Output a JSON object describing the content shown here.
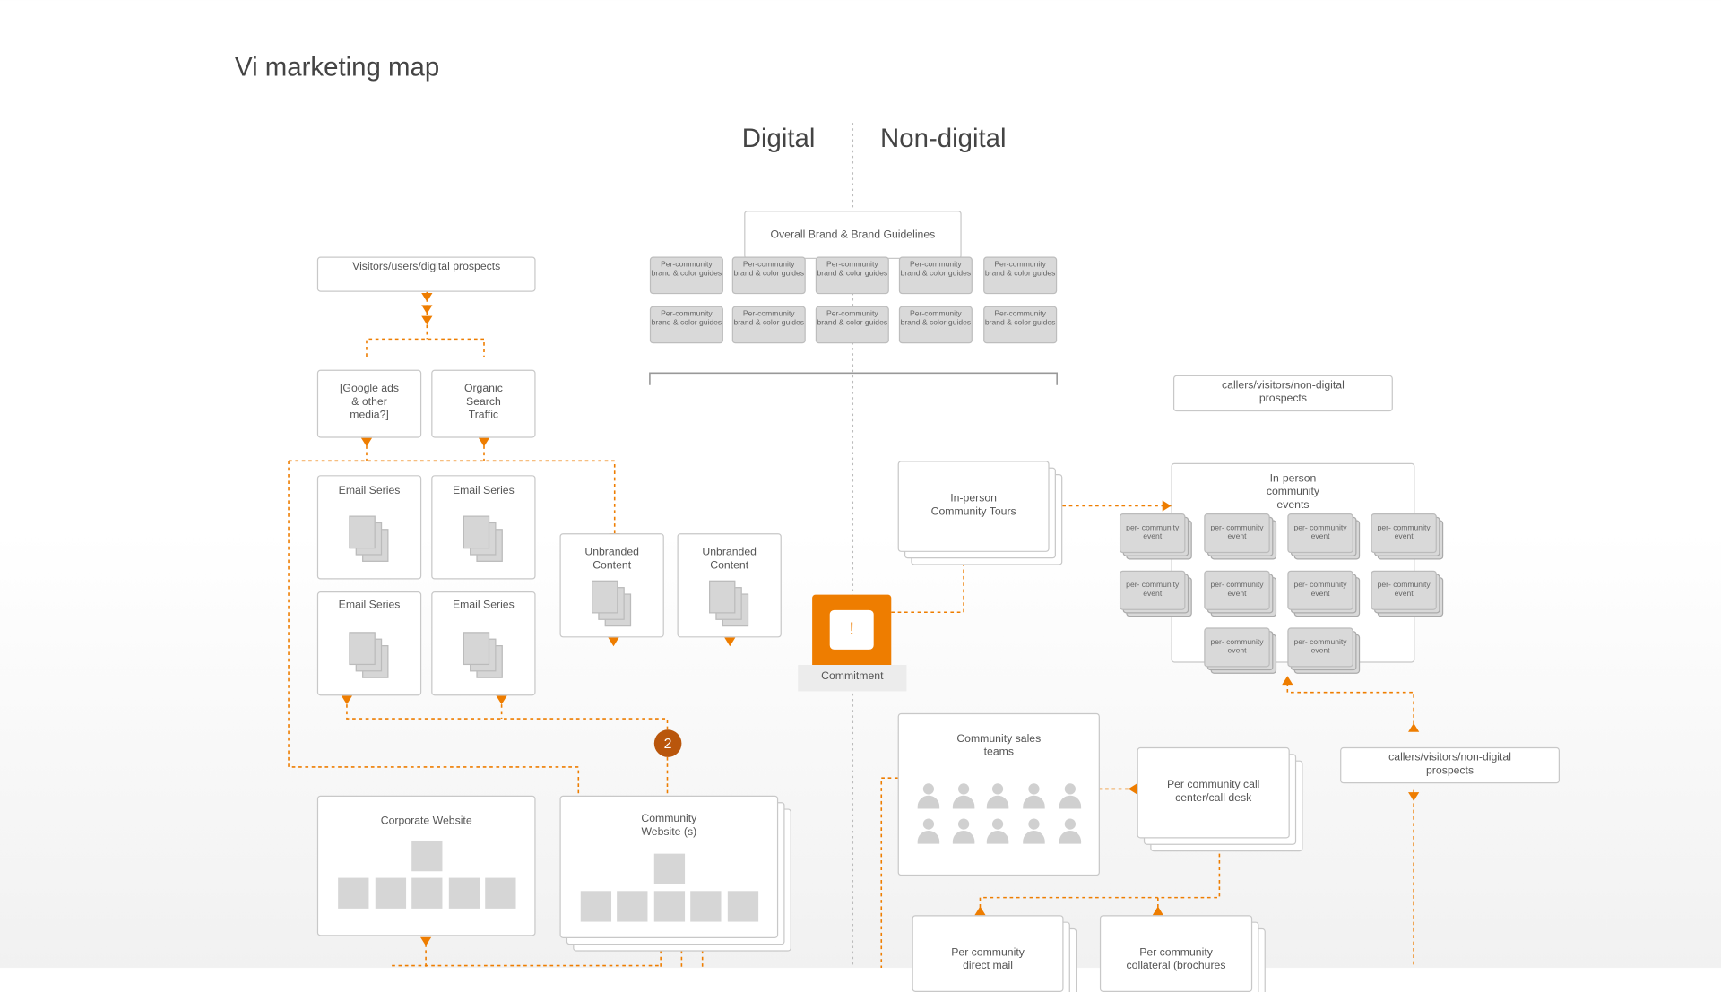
{
  "title": "Vi marketing map",
  "sections": {
    "digital": "Digital",
    "non_digital": "Non-digital"
  },
  "colors": {
    "accent": "#EE7D00",
    "badge": "#B9560C",
    "grey_box": "#D9D9D9"
  },
  "brand": {
    "title": "Overall Brand & Brand Guidelines",
    "guide_label": "Per-community brand & color guides",
    "guides_count": 10
  },
  "digital": {
    "visitors": "Visitors/users/digital prospects",
    "google_ads": "[Google ads & other media?]",
    "organic": "Organic Search Traffic",
    "email_series": [
      "Email Series",
      "Email Series",
      "Email Series",
      "Email Series"
    ],
    "unbranded": [
      "Unbranded Content",
      "Unbranded Content"
    ],
    "step_badge": "2",
    "corporate_website": "Corporate Website",
    "community_website": "Community Website (s)"
  },
  "commitment": {
    "icon": "exclamation-icon",
    "symbol": "!",
    "label": "Commitment"
  },
  "non_digital": {
    "callers_top": "callers/visitors/non-digital prospects",
    "tours": "In-person Community Tours",
    "events_title": "In-person community events",
    "event_label": "per- community event",
    "events_count": 10,
    "sales_teams": "Community sales teams",
    "call_center": "Per community call center/call desk",
    "callers_bottom": "callers/visitors/non-digital prospects",
    "direct_mail": "Per community direct mail",
    "collateral": "Per community collateral (brochures"
  }
}
